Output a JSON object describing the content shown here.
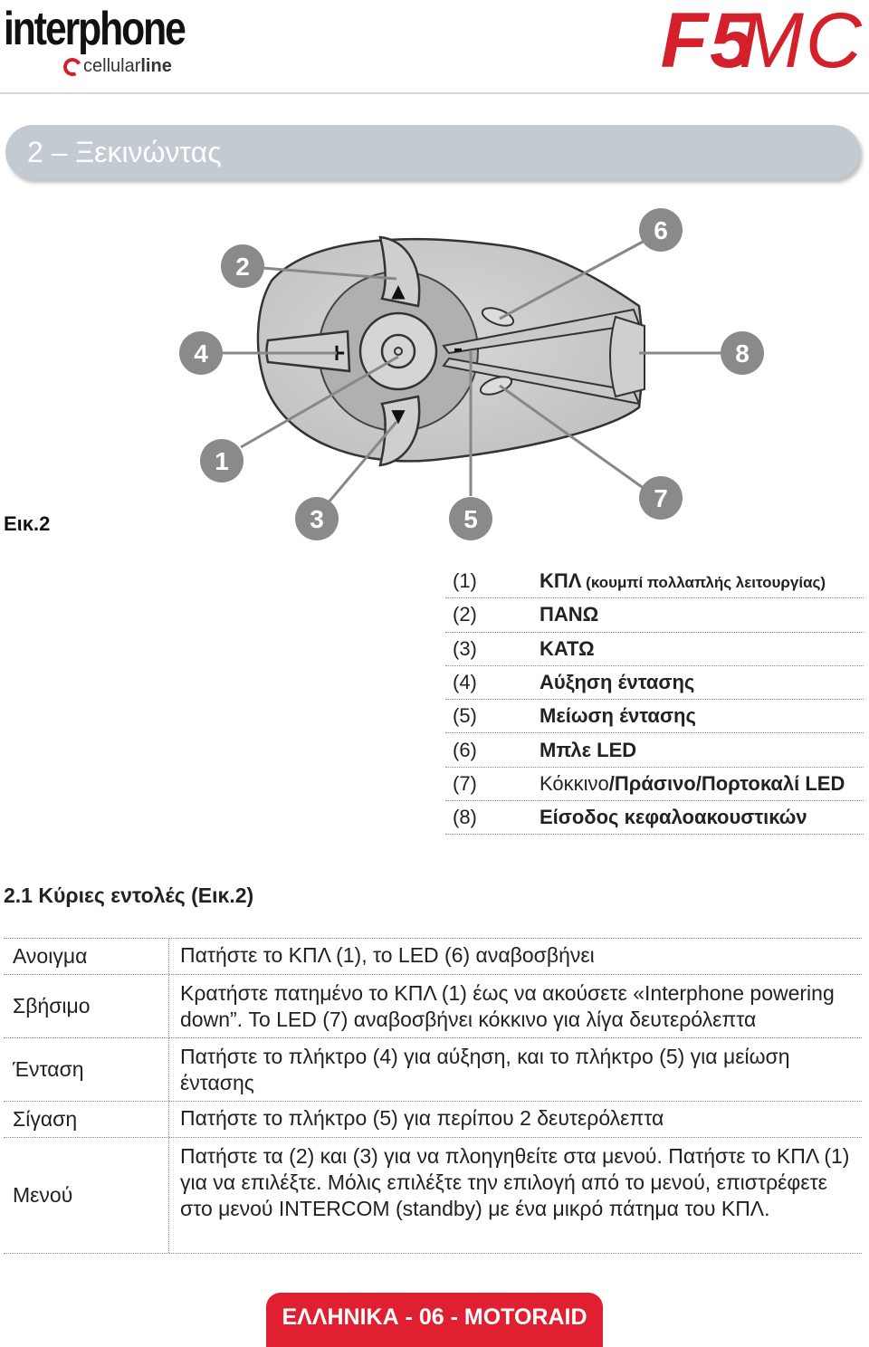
{
  "header": {
    "brand_left": "interphone",
    "brand_sub_light": "cellular",
    "brand_sub_bold": "line",
    "brand_right_a": "F5",
    "brand_right_b": "MC"
  },
  "section": {
    "title": "2 – Ξεκινώντας"
  },
  "figure": {
    "label": "Εικ.2",
    "callouts": [
      "1",
      "2",
      "3",
      "4",
      "5",
      "6",
      "7",
      "8"
    ],
    "button_symbols": {
      "up": "▲",
      "down": "▼",
      "plus": "+",
      "minus": "-"
    }
  },
  "legend": [
    {
      "num": "(1)",
      "text": "ΚΠΛ",
      "note": " (κουμπί πολλαπλής λειτουργίας)"
    },
    {
      "num": "(2)",
      "text": "ΠΑΝΩ"
    },
    {
      "num": "(3)",
      "text": "ΚΑΤΩ"
    },
    {
      "num": "(4)",
      "text": "Αύξηση έντασης"
    },
    {
      "num": "(5)",
      "text": "Μείωση έντασης"
    },
    {
      "num": "(6)",
      "text": "Μπλε LED"
    },
    {
      "num": "(7)",
      "text_light": "Κόκκινο",
      "text": "/Πράσινο/Πορτοκαλί LED"
    },
    {
      "num": "(8)",
      "text": "Είσοδος κεφαλοακουστικών"
    }
  ],
  "commands": {
    "heading": "2.1  Κύριες εντολές (Εικ.2)",
    "rows": [
      {
        "key": "Ανοιγμα",
        "value": "Πατήστε το ΚΠΛ (1), το LED (6) αναβοσβήνει"
      },
      {
        "key": "Σβήσιμο",
        "value": "Κρατήστε πατημένο το ΚΠΛ (1) έως να ακούσετε «Interphone powering down”. Το LED (7) αναβοσβήνει κόκκινο για λίγα δευτερόλεπτα"
      },
      {
        "key": "Ένταση",
        "value": "Πατήστε το πλήκτρο (4) για αύξηση, και το πλήκτρο (5) για μείωση έντασης"
      },
      {
        "key": "Σίγαση",
        "value": "Πατήστε το πλήκτρο (5) για περίπου 2 δευτερόλεπτα"
      },
      {
        "key": "Μενού",
        "value": "Πατήστε τα (2) και (3) για να πλοηγηθείτε στα μενού. Πατήστε το ΚΠΛ (1) για να επιλέξτε. Μόλις επιλέξτε την επιλογή από το μενού, επιστρέφετε στο μενού INTERCOM (standby) με ένα μικρό πάτημα του ΚΠΛ."
      }
    ]
  },
  "footer": {
    "label": "ΕΛΛΗΝΙΚΑ - 06 - MOTORAID"
  },
  "colors": {
    "brand_red": "#d3202a",
    "band_grey": "#c4cad2",
    "callout_grey": "#8a8a8a",
    "footer_red": "#e02030"
  }
}
